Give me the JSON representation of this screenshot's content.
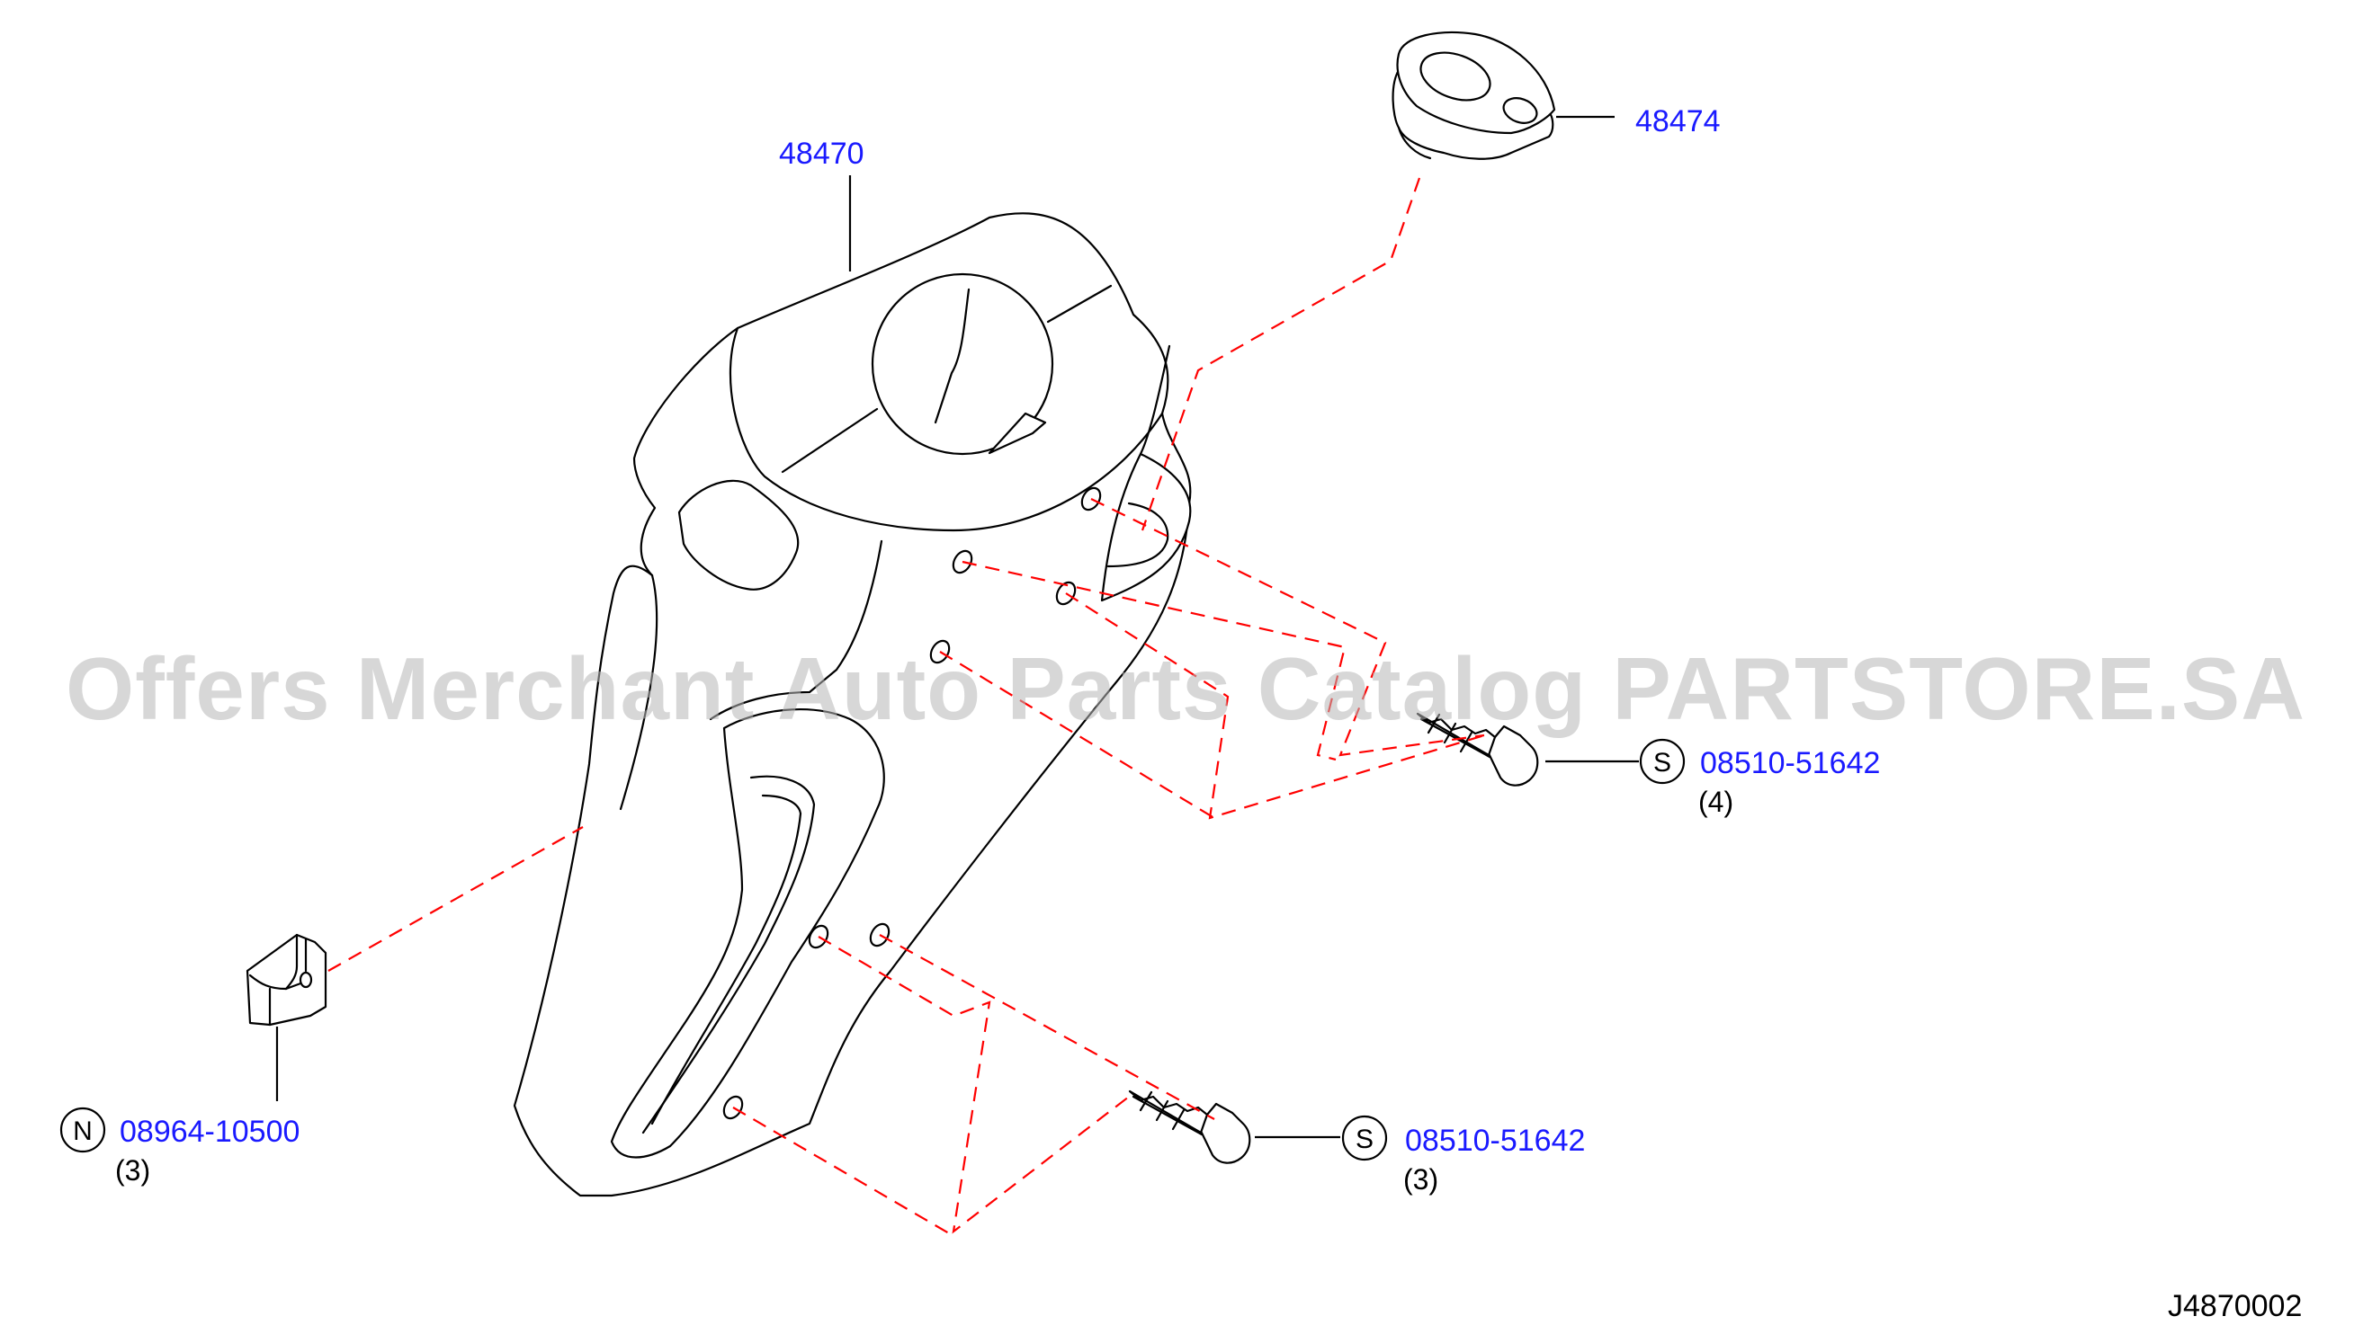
{
  "colors": {
    "part_number": "#1a1aff",
    "dash": "#ff0000",
    "line": "#000000",
    "watermark": "#b8b8b8"
  },
  "watermark": "Offers Merchant Auto Parts Catalog PARTSTORE.SA",
  "diagram_code": "J4870002",
  "parts": {
    "cover": {
      "number": "48470"
    },
    "grommet": {
      "number": "48474"
    },
    "screw_upper": {
      "symbol": "S",
      "number": "08510-51642",
      "qty": "(4)"
    },
    "screw_lower": {
      "symbol": "S",
      "number": "08510-51642",
      "qty": "(3)"
    },
    "clip": {
      "symbol": "N",
      "number": "08964-10500",
      "qty": "(3)"
    }
  }
}
